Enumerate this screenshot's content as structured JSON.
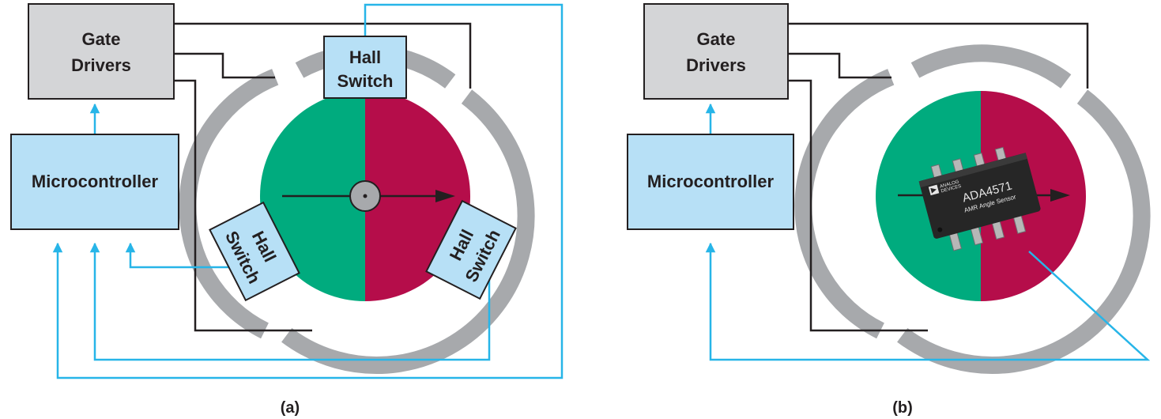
{
  "panels": [
    {
      "id": "a",
      "caption": "(a)",
      "gate_drivers": [
        "Gate",
        "Drivers"
      ],
      "microcontroller": "Microcontroller",
      "hall_switch": [
        "Hall",
        "Switch"
      ]
    },
    {
      "id": "b",
      "caption": "(b)",
      "gate_drivers": [
        "Gate",
        "Drivers"
      ],
      "microcontroller": "Microcontroller",
      "chip": {
        "logo_line1": "ANALOG",
        "logo_line2": "DEVICES",
        "part": "ADA4571",
        "desc": "AMR Angle Sensor"
      }
    }
  ],
  "colors": {
    "gray_box": "#d4d5d7",
    "blue_box": "#b7e0f6",
    "cyan_line": "#27b5e8",
    "dark_line": "#231f20",
    "stator": "#a7a9ac",
    "rotor_green": "#00ab7e",
    "rotor_red": "#b50d4a",
    "chip": "#262626"
  }
}
